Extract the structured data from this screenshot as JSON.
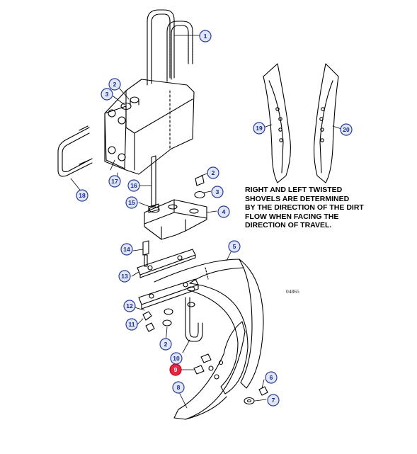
{
  "note_lines": [
    "RIGHT AND LEFT TWISTED",
    "SHOVELS ARE DETERMINED",
    "BY THE DIRECTION OF THE DIRT",
    "FLOW WHEN FACING THE",
    "DIRECTION OF TRAVEL."
  ],
  "drawing_number": "04865",
  "callouts": [
    {
      "id": "callout-1",
      "label": "1",
      "highlighted": false
    },
    {
      "id": "callout-2a",
      "label": "2",
      "highlighted": false
    },
    {
      "id": "callout-3a",
      "label": "3",
      "highlighted": false
    },
    {
      "id": "callout-2b",
      "label": "2",
      "highlighted": false
    },
    {
      "id": "callout-3b",
      "label": "3",
      "highlighted": false
    },
    {
      "id": "callout-4",
      "label": "4",
      "highlighted": false
    },
    {
      "id": "callout-5",
      "label": "5",
      "highlighted": false
    },
    {
      "id": "callout-6",
      "label": "6",
      "highlighted": false
    },
    {
      "id": "callout-7",
      "label": "7",
      "highlighted": false
    },
    {
      "id": "callout-8",
      "label": "8",
      "highlighted": false
    },
    {
      "id": "callout-9",
      "label": "9",
      "highlighted": true
    },
    {
      "id": "callout-10",
      "label": "10",
      "highlighted": false
    },
    {
      "id": "callout-11",
      "label": "11",
      "highlighted": false
    },
    {
      "id": "callout-12",
      "label": "12",
      "highlighted": false
    },
    {
      "id": "callout-13",
      "label": "13",
      "highlighted": false
    },
    {
      "id": "callout-14",
      "label": "14",
      "highlighted": false
    },
    {
      "id": "callout-15",
      "label": "15",
      "highlighted": false
    },
    {
      "id": "callout-16",
      "label": "16",
      "highlighted": false
    },
    {
      "id": "callout-17",
      "label": "17",
      "highlighted": false
    },
    {
      "id": "callout-18",
      "label": "18",
      "highlighted": false
    },
    {
      "id": "callout-2c",
      "label": "2",
      "highlighted": false
    },
    {
      "id": "callout-19",
      "label": "19",
      "highlighted": false
    },
    {
      "id": "callout-20",
      "label": "20",
      "highlighted": false
    }
  ],
  "colors": {
    "line": "#000000",
    "callout_text": "#1a2a8a",
    "callout_ring": "#2a3a9a",
    "callout_fill": "#dfe6f5",
    "highlight_ring": "#c0001a",
    "highlight_fill": "#e8263e",
    "highlight_text": "#ffffff"
  }
}
